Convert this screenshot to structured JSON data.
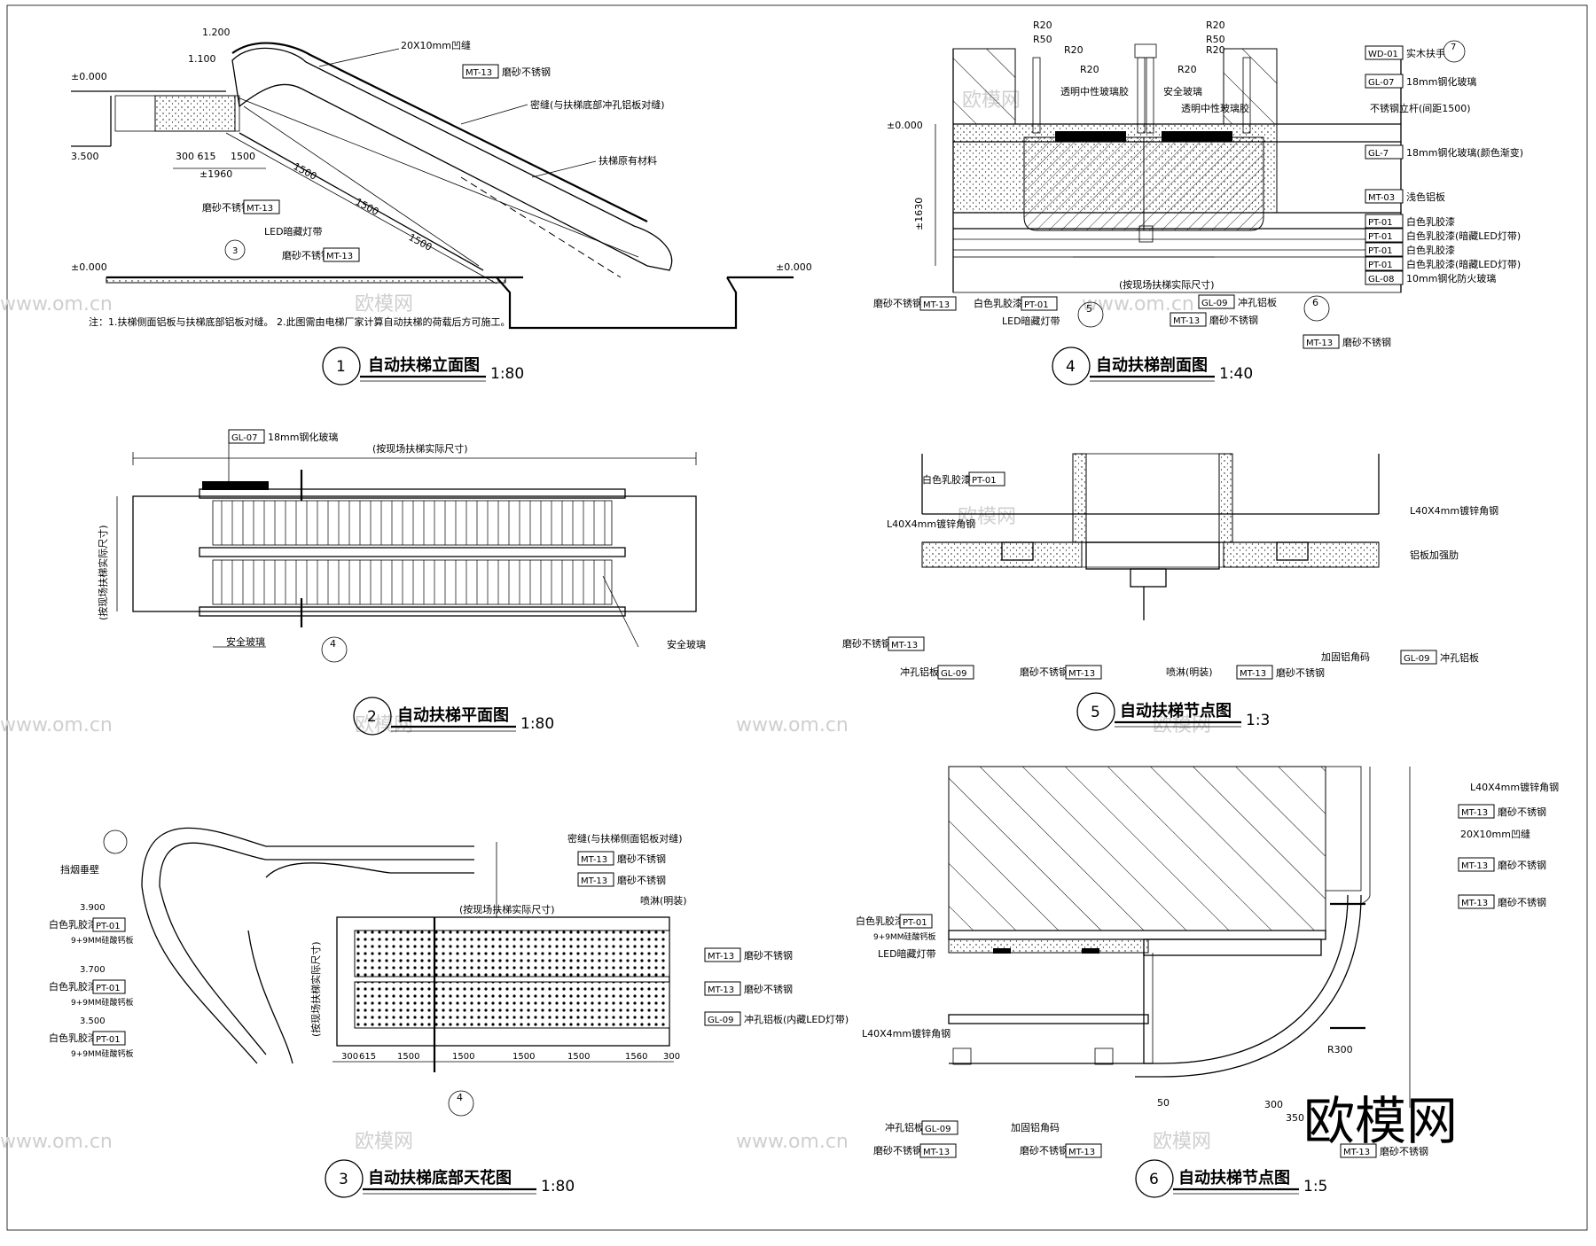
{
  "drawings": {
    "d1": {
      "number": "1",
      "title": "自动扶梯立面图",
      "scale": "1:80",
      "note": "注：1.扶梯侧面铝板与扶梯底部铝板对缝。 2.此图需由电梯厂家计算自动扶梯的荷载后方可施工。",
      "labels": {
        "groove": "20X10mm凹缝",
        "tag": "MT-13",
        "tag_desc": "磨砂不锈钢",
        "seam": "密缝(与扶梯底部冲孔铝板对缝)",
        "original": "扶梯原有材料",
        "led": "LED暗藏灯带",
        "level_top": "±0.000",
        "level_bottom": "±0.000",
        "level_mid": "3.500",
        "dim_top": "1.200",
        "dim_2": "1.100"
      }
    },
    "d2": {
      "number": "2",
      "title": "自动扶梯平面图",
      "scale": "1:80",
      "labels": {
        "tag": "GL-07",
        "tag_desc": "18mm钢化玻璃",
        "size": "(按现场扶梯实际尺寸)",
        "safety_left": "安全玻璃",
        "safety_right": "安全玻璃",
        "section_ref": "4"
      }
    },
    "d3": {
      "number": "3",
      "title": "自动扶梯底部天花图",
      "scale": "1:80",
      "labels": {
        "seam": "密缝(与扶梯侧面铝板对缝)",
        "tag_mt13": "MT-13",
        "tag_mt13_desc": "磨砂不锈钢",
        "spray": "喷淋(明装)",
        "size": "(按现场扶梯实际尺寸)",
        "tag_pt01": "PT-01",
        "pt01_desc": "白色乳胶漆",
        "board": "9+9MM硅酸钙板",
        "tag_gl09": "GL-09",
        "gl09_desc": "冲孔铝板(内藏LED灯带)",
        "smoke": "挡烟垂壁",
        "lv1": "3.900",
        "lv2": "3.700",
        "lv3": "3.500",
        "section_ref": "4"
      },
      "dims": [
        "300",
        "615",
        "1500",
        "1500",
        "1500",
        "1500",
        "1560",
        "300"
      ]
    },
    "d4": {
      "number": "4",
      "title": "自动扶梯剖面图",
      "scale": "1:40",
      "labels": {
        "wd01": "WD-01",
        "wd01_desc": "实木扶手",
        "gl07": "GL-07",
        "gl07_desc": "18mm钢化玻璃",
        "post": "不锈钢立杆(间距1500)",
        "gl_7": "GL-7",
        "gl_7_desc": "18mm钢化玻璃(颜色渐变)",
        "mt03": "MT-03",
        "mt03_desc": "浅色铝板",
        "pt01": "PT-01",
        "pt01_desc": "白色乳胶漆",
        "pt01_led": "白色乳胶漆(暗藏LED灯带)",
        "gl08": "GL-08",
        "gl08_desc": "10mm钢化防火玻璃",
        "mt13": "MT-13",
        "mt13_desc": "磨砂不锈钢",
        "gl09": "GL-09",
        "gl09_desc": "冲孔铝板",
        "glue": "透明中性玻璃胶",
        "safety": "安全玻璃",
        "led": "LED暗藏灯带",
        "size": "(按现场扶梯实际尺寸)",
        "r20": "R20",
        "r50": "R50",
        "level": "±0.000",
        "ref5": "5",
        "ref6": "6",
        "ref7": "7"
      }
    },
    "d5": {
      "number": "5",
      "title": "自动扶梯节点图",
      "scale": "1:3",
      "labels": {
        "pt01": "PT-01",
        "pt01_desc": "白色乳胶漆",
        "angle": "L40X4mm镀锌角钢",
        "plate": "铝板加强肋",
        "mt13": "MT-13",
        "mt13_desc": "磨砂不锈钢",
        "gl09": "GL-09",
        "gl09_desc": "冲孔铝板",
        "spray": "喷淋(明装)",
        "corner": "加固铝角码"
      }
    },
    "d6": {
      "number": "6",
      "title": "自动扶梯节点图",
      "scale": "1:5",
      "labels": {
        "angle": "L40X4mm镀锌角钢",
        "mt13": "MT-13",
        "mt13_desc": "磨砂不锈钢",
        "groove": "20X10mm凹缝",
        "pt01": "PT-01",
        "pt01_desc": "白色乳胶漆",
        "board": "9+9MM硅酸钙板",
        "led": "LED暗藏灯带",
        "gl09": "GL-09",
        "gl09_desc": "冲孔铝板",
        "corner": "加固铝角码",
        "r300": "R300",
        "d300": "300",
        "d350": "350",
        "d50": "50"
      }
    }
  },
  "watermark": {
    "site": "www.om.cn",
    "brand": "欧模网"
  }
}
